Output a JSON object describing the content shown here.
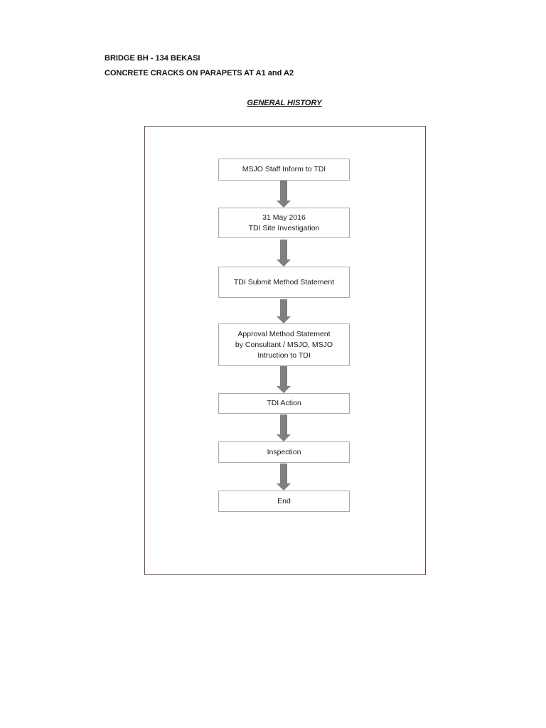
{
  "header": {
    "line1": "BRIDGE BH - 134 BEKASI",
    "line2": "CONCRETE CRACKS ON PARAPETS AT A1  and A2"
  },
  "section_title": "GENERAL HISTORY",
  "flow": {
    "steps": [
      {
        "lines": [
          "MSJO Staff Inform to TDI"
        ]
      },
      {
        "lines": [
          "31 May 2016",
          "TDI Site Investigation"
        ]
      },
      {
        "lines": [
          "TDI  Submit Method Statement"
        ]
      },
      {
        "lines": [
          "Approval Method Statement",
          "by Consultant / MSJO, MSJO",
          "Intruction to TDI"
        ]
      },
      {
        "lines": [
          "TDI Action"
        ]
      },
      {
        "lines": [
          "Inspection"
        ]
      },
      {
        "lines": [
          "End"
        ]
      }
    ],
    "colors": {
      "arrow": "#7f7f7f",
      "box_border": "#a9a9a9",
      "frame_border": "#6b4a4a"
    }
  }
}
